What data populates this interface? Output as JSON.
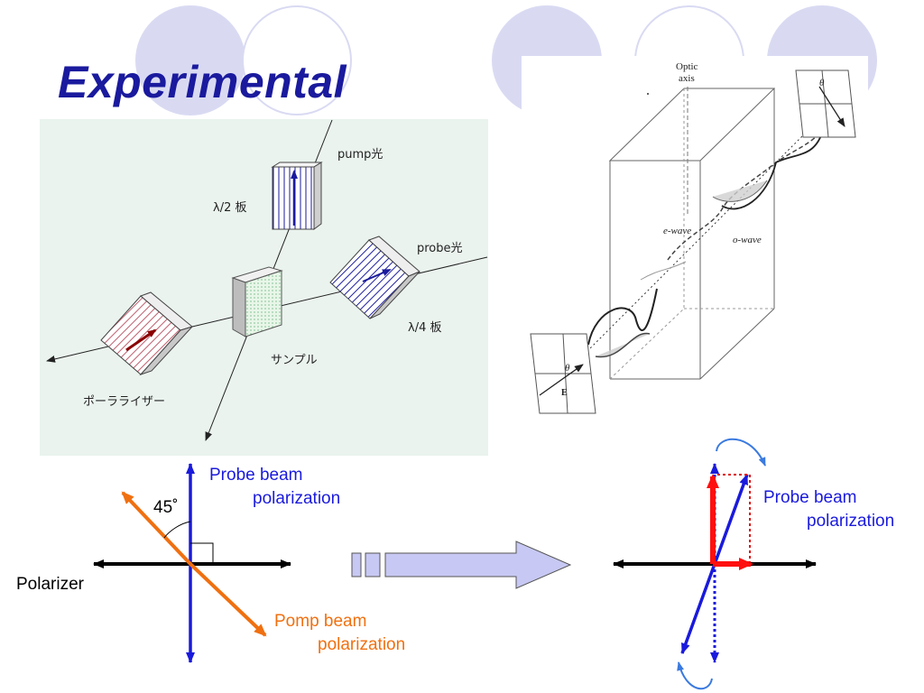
{
  "title": "Experimental",
  "setup": {
    "pump_label": "pump光",
    "half_wave_plate": "λ/2 板",
    "probe_label": "probe光",
    "quarter_wave_plate": "λ/4 板",
    "sample": "サンプル",
    "polarizer": "ポーラライザー"
  },
  "wave_figure": {
    "optic_axis_line1": "Optic",
    "optic_axis_line2": "axis",
    "e_wave": "e-wave",
    "o_wave": "o-wave",
    "theta": "θ",
    "theta2": "θ",
    "field": "E"
  },
  "left_diagram": {
    "probe_line1": "Probe beam",
    "probe_line2": "polarization",
    "angle": "45˚",
    "polarizer": "Polarizer",
    "pump_line1": "Pomp beam",
    "pump_line2": "polarization"
  },
  "right_diagram": {
    "probe_line1": "Probe beam",
    "probe_line2": "polarization"
  },
  "colors": {
    "title": "#1a1a9e",
    "circle": "#d9daf2",
    "probe": "#1a1adc",
    "pump": "#f07010",
    "rotated": "#ff1010",
    "arrow_fill": "#c7c8f3"
  }
}
